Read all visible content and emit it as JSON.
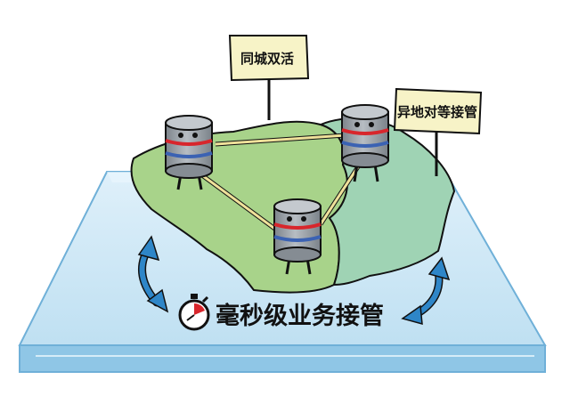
{
  "labels": {
    "same_city_active_active": "同城双活",
    "remote_standby": "异地对等接管",
    "millisecond_takeover": "毫秒级业务接管"
  },
  "colors": {
    "platform_top": "#cfe6f4",
    "platform_edge": "#8fc6e6",
    "land_green": "#a8d38a",
    "land_teal": "#9fd3b4",
    "cylinder_gray": "#9aa1a8",
    "band_red": "#d8262c",
    "band_blue": "#3b62b3",
    "link_line": "#e8d98a",
    "arrow_blue": "#2e86c8",
    "sign_fill": "#f7f3c7"
  },
  "icons": [
    "stopwatch-icon",
    "bidirectional-arrow-icon",
    "database-cylinder-icon",
    "signpost-icon"
  ]
}
